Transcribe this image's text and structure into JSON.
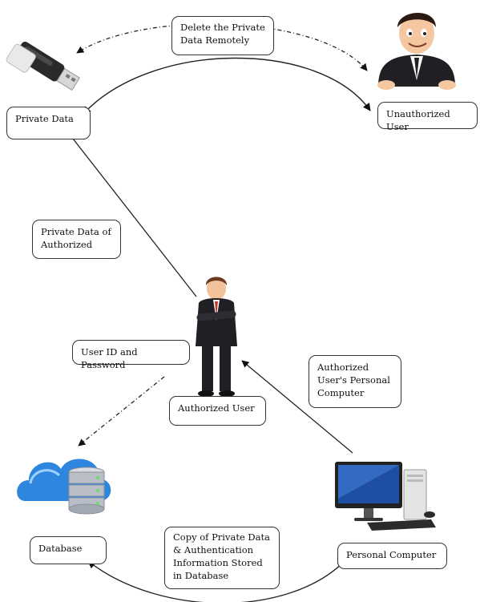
{
  "nodes": {
    "private_data": "Private Data",
    "unauthorized_user": "Unauthorized User",
    "authorized_user": "Authorized User",
    "database": "Database",
    "personal_computer": "Personal Computer"
  },
  "edges": {
    "delete_remotely": "Delete the Private\nData Remotely",
    "private_data_of_authorized": "Private Data of\nAuthorized",
    "user_id_password": "User ID and Password",
    "authorized_users_pc": "Authorized\nUser's Personal\nComputer",
    "copy_stored": "Copy of Private Data\n& Authentication\nInformation Stored\nin Database"
  },
  "colors": {
    "suit": "#1f1f24",
    "tie_red": "#c0392b",
    "db_blue": "#2e86de",
    "monitor_screen": "#1e4fa3"
  },
  "icons": {
    "usb": "usb-drive-icon",
    "thief": "unauthorized-user-icon",
    "user": "authorized-user-icon",
    "db": "database-cloud-icon",
    "pc": "desktop-computer-icon"
  }
}
